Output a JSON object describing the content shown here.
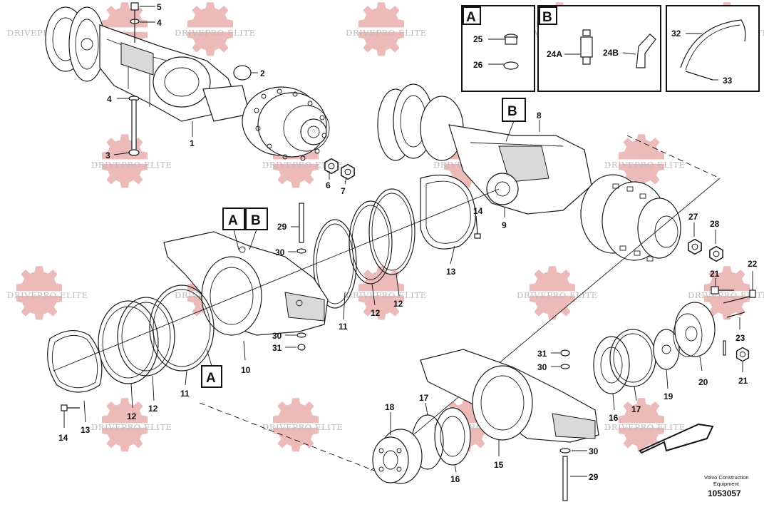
{
  "watermark": {
    "text": "DRIVEPRO ELITE"
  },
  "callouts": {
    "a": "A",
    "b": "B"
  },
  "footer": {
    "brand_line1": "Volvo Construction",
    "brand_line2": "Equipment",
    "doc_number": "1053057"
  },
  "inset_a": {
    "label": "A",
    "parts": [
      "25",
      "26"
    ]
  },
  "inset_b": {
    "label": "B",
    "parts": [
      "24A",
      "24B"
    ]
  },
  "inset_c": {
    "parts": [
      "32",
      "33"
    ]
  },
  "part_numbers": [
    "1",
    "2",
    "3",
    "4",
    "5",
    "6",
    "7",
    "8",
    "9",
    "10",
    "11",
    "12",
    "13",
    "14",
    "15",
    "16",
    "17",
    "18",
    "20",
    "21",
    "22",
    "23",
    "27",
    "28",
    "29",
    "30",
    "31"
  ]
}
